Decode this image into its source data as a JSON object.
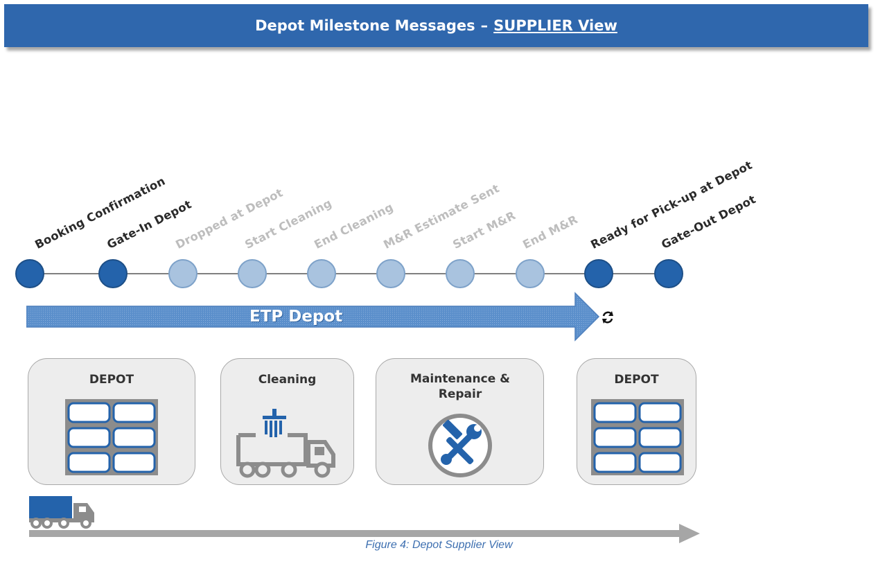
{
  "header": {
    "title_prefix": "Depot Milestone Messages",
    "separator": "–",
    "title_view": "SUPPLIER View",
    "color": "#2f67ad"
  },
  "milestones": [
    {
      "label": "Booking Confirmation",
      "status": "active"
    },
    {
      "label": "Gate-In Depot",
      "status": "active"
    },
    {
      "label": "Dropped at Depot",
      "status": "inactive"
    },
    {
      "label": "Start Cleaning",
      "status": "inactive"
    },
    {
      "label": "End Cleaning",
      "status": "inactive"
    },
    {
      "label": "M&R Estimate Sent",
      "status": "inactive"
    },
    {
      "label": "Start M&R",
      "status": "inactive"
    },
    {
      "label": "End M&R",
      "status": "inactive"
    },
    {
      "label": "Ready for Pick-up at Depot",
      "status": "active"
    },
    {
      "label": "Gate-Out Depot",
      "status": "active"
    }
  ],
  "etp": {
    "label": "ETP Depot",
    "color": "#5b8fcb"
  },
  "stages": [
    {
      "title": "DEPOT",
      "icon": "container-stack-icon"
    },
    {
      "title": "Cleaning",
      "icon": "cleaning-truck-icon"
    },
    {
      "title": "Maintenance & Repair",
      "icon": "hammer-wrench-icon"
    },
    {
      "title": "DEPOT",
      "icon": "container-stack-icon"
    }
  ],
  "caption": "Figure 4: Depot Supplier View",
  "colors": {
    "active": "#2463ab",
    "inactive": "#a9c3df",
    "inactive_text": "#bdbdbd",
    "arrow_gray": "#a6a6a6"
  }
}
